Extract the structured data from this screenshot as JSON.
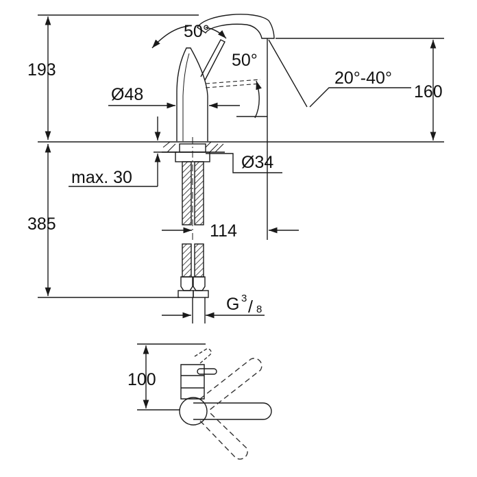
{
  "colors": {
    "line": "#1a1a1a",
    "background": "#ffffff",
    "dashed": "#333333"
  },
  "dimensions": {
    "height_top": "193",
    "height_bottom": "385",
    "spout_height": "160",
    "angle_lever_up": "50°",
    "angle_lever_side": "50°",
    "spout_swivel": "20°-40°",
    "body_diameter": "Ø48",
    "hole_diameter": "Ø34",
    "max_thickness": "max. 30",
    "projection": "114",
    "thread_letter": "G",
    "thread_numerator": "3",
    "thread_denominator": "8",
    "plan_depth": "100"
  }
}
